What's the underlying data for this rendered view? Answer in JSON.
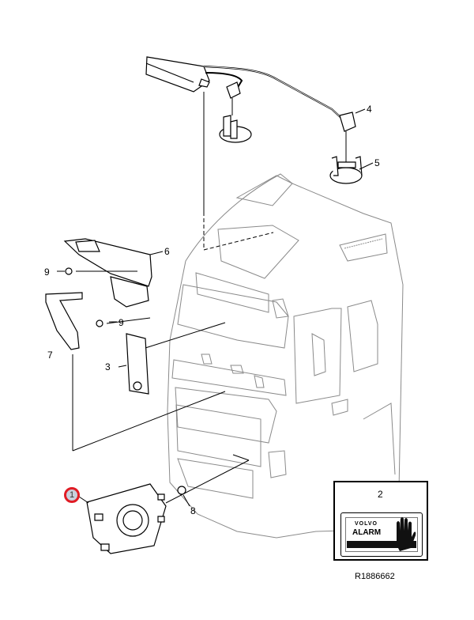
{
  "diagram": {
    "title": "Alarm system components",
    "reference_code": "R1886662",
    "selected_item": "1",
    "callouts": [
      {
        "id": "1",
        "label": "1",
        "part": "siren"
      },
      {
        "id": "2",
        "label": "2",
        "part": "alarm-decal"
      },
      {
        "id": "3",
        "label": "3",
        "part": "control-module"
      },
      {
        "id": "4",
        "label": "4",
        "part": "sensor"
      },
      {
        "id": "5",
        "label": "5",
        "part": "sensor-mount"
      },
      {
        "id": "6",
        "label": "6",
        "part": "bracket-upper"
      },
      {
        "id": "7",
        "label": "7",
        "part": "bracket-lower"
      },
      {
        "id": "8",
        "label": "8",
        "part": "screw"
      },
      {
        "id": "9a",
        "label": "9",
        "part": "screw"
      },
      {
        "id": "9b",
        "label": "9",
        "part": "screw"
      }
    ],
    "decal": {
      "brand": "VOLVO",
      "text": "ALARM",
      "icon": "hand-stop-icon"
    },
    "colors": {
      "line": "#000000",
      "cab_line": "#8a8a8a",
      "highlight_ring": "#e01b24",
      "highlight_fill": "#c9d0dc"
    }
  }
}
